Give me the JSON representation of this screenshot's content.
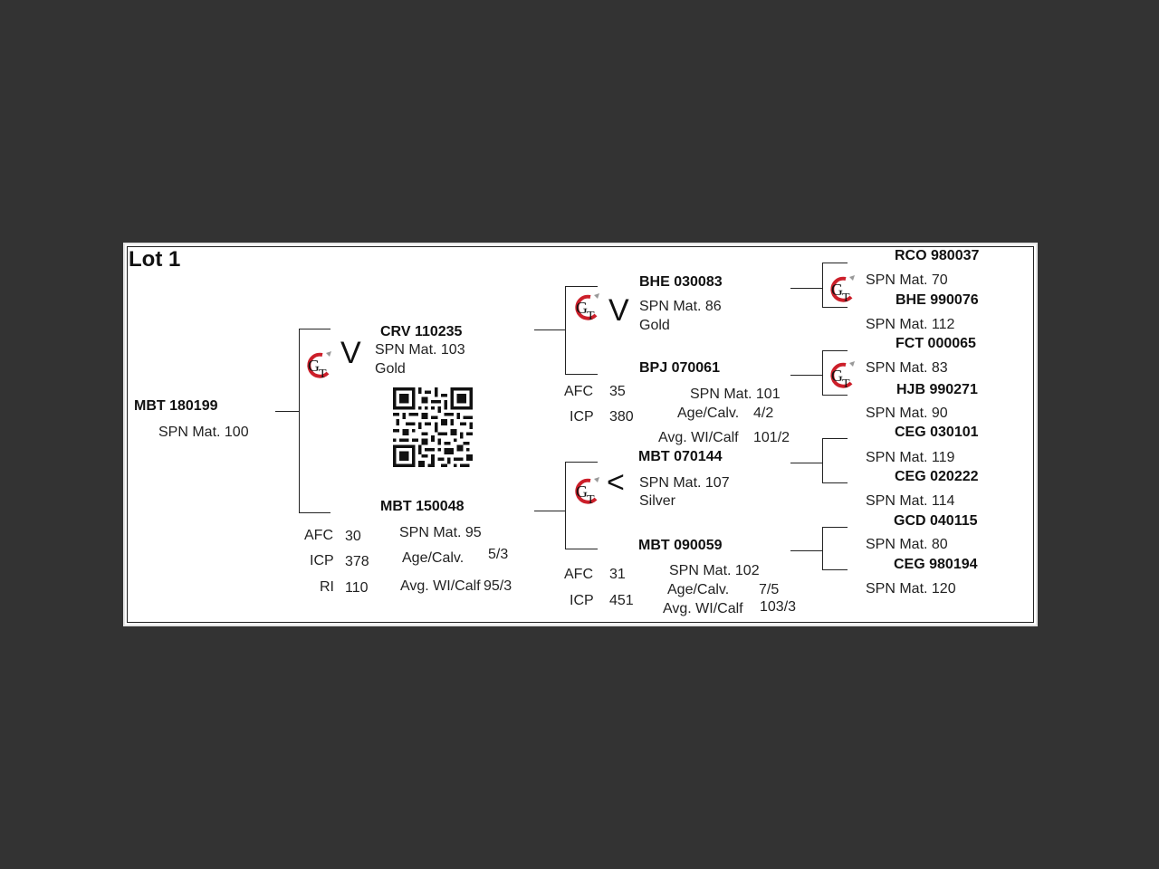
{
  "lot_title": "Lot 1",
  "subject": {
    "id": "MBT 180199",
    "mat": "SPN Mat. 100"
  },
  "sire": {
    "id": "CRV 110235",
    "mat": "SPN Mat. 103",
    "medal": "Gold",
    "symbol": "V",
    "sire": {
      "id": "BHE 030083",
      "mat": "SPN Mat. 86",
      "medal": "Gold",
      "symbol": "V",
      "parents": [
        {
          "id": "RCO 980037",
          "mat": "SPN Mat. 70"
        },
        {
          "id": "BHE 990076",
          "mat": "SPN Mat. 112"
        }
      ]
    },
    "dam": {
      "id": "BPJ 070061",
      "afc_label": "AFC",
      "afc": "35",
      "icp_label": "ICP",
      "icp": "380",
      "mat": "SPN Mat. 101",
      "age_label": "Age/Calv.",
      "age": "4/2",
      "avg_label": "Avg. WI/Calf",
      "avg": "101/2",
      "parents": [
        {
          "id": "FCT 000065",
          "mat": "SPN Mat. 83"
        },
        {
          "id": "HJB 990271",
          "mat": "SPN Mat. 90"
        }
      ]
    }
  },
  "dam": {
    "id": "MBT 150048",
    "mat": "SPN Mat. 95",
    "afc_label": "AFC",
    "afc": "30",
    "icp_label": "ICP",
    "icp": "378",
    "ri_label": "RI",
    "ri": "110",
    "age_label": "Age/Calv.",
    "age": "5/3",
    "avg_label": "Avg. WI/Calf",
    "avg": "95/3",
    "sire": {
      "id": "MBT 070144",
      "mat": "SPN Mat. 107",
      "medal": "Silver",
      "symbol": "<",
      "parents": [
        {
          "id": "CEG 030101",
          "mat": "SPN Mat. 119"
        },
        {
          "id": "CEG 020222",
          "mat": "SPN Mat. 114"
        }
      ]
    },
    "dam": {
      "id": "MBT 090059",
      "afc_label": "AFC",
      "afc": "31",
      "icp_label": "ICP",
      "icp": "451",
      "mat": "SPN Mat. 102",
      "age_label": "Age/Calv.",
      "age": "7/5",
      "avg_label": "Avg. WI/Calf",
      "avg": "103/3",
      "parents": [
        {
          "id": "GCD 040115",
          "mat": "SPN Mat. 80"
        },
        {
          "id": "CEG 980194",
          "mat": "SPN Mat. 120"
        }
      ]
    }
  },
  "colors": {
    "background": "#333333",
    "card": "#ffffff",
    "logo_red": "#cc1f2a"
  },
  "icons": {
    "breeder_logo": "gt-logo-icon",
    "qr": "qr-code-icon"
  }
}
